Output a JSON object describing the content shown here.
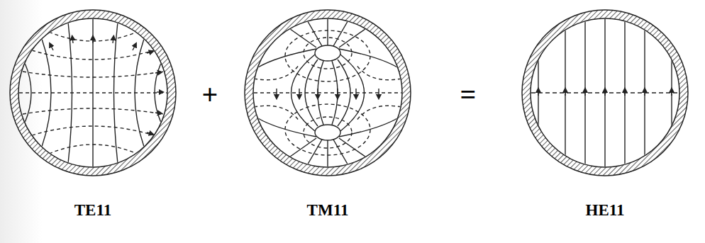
{
  "diagram": {
    "labels": [
      "TE11",
      "+",
      "TM11",
      "=",
      "HE11"
    ]
  }
}
